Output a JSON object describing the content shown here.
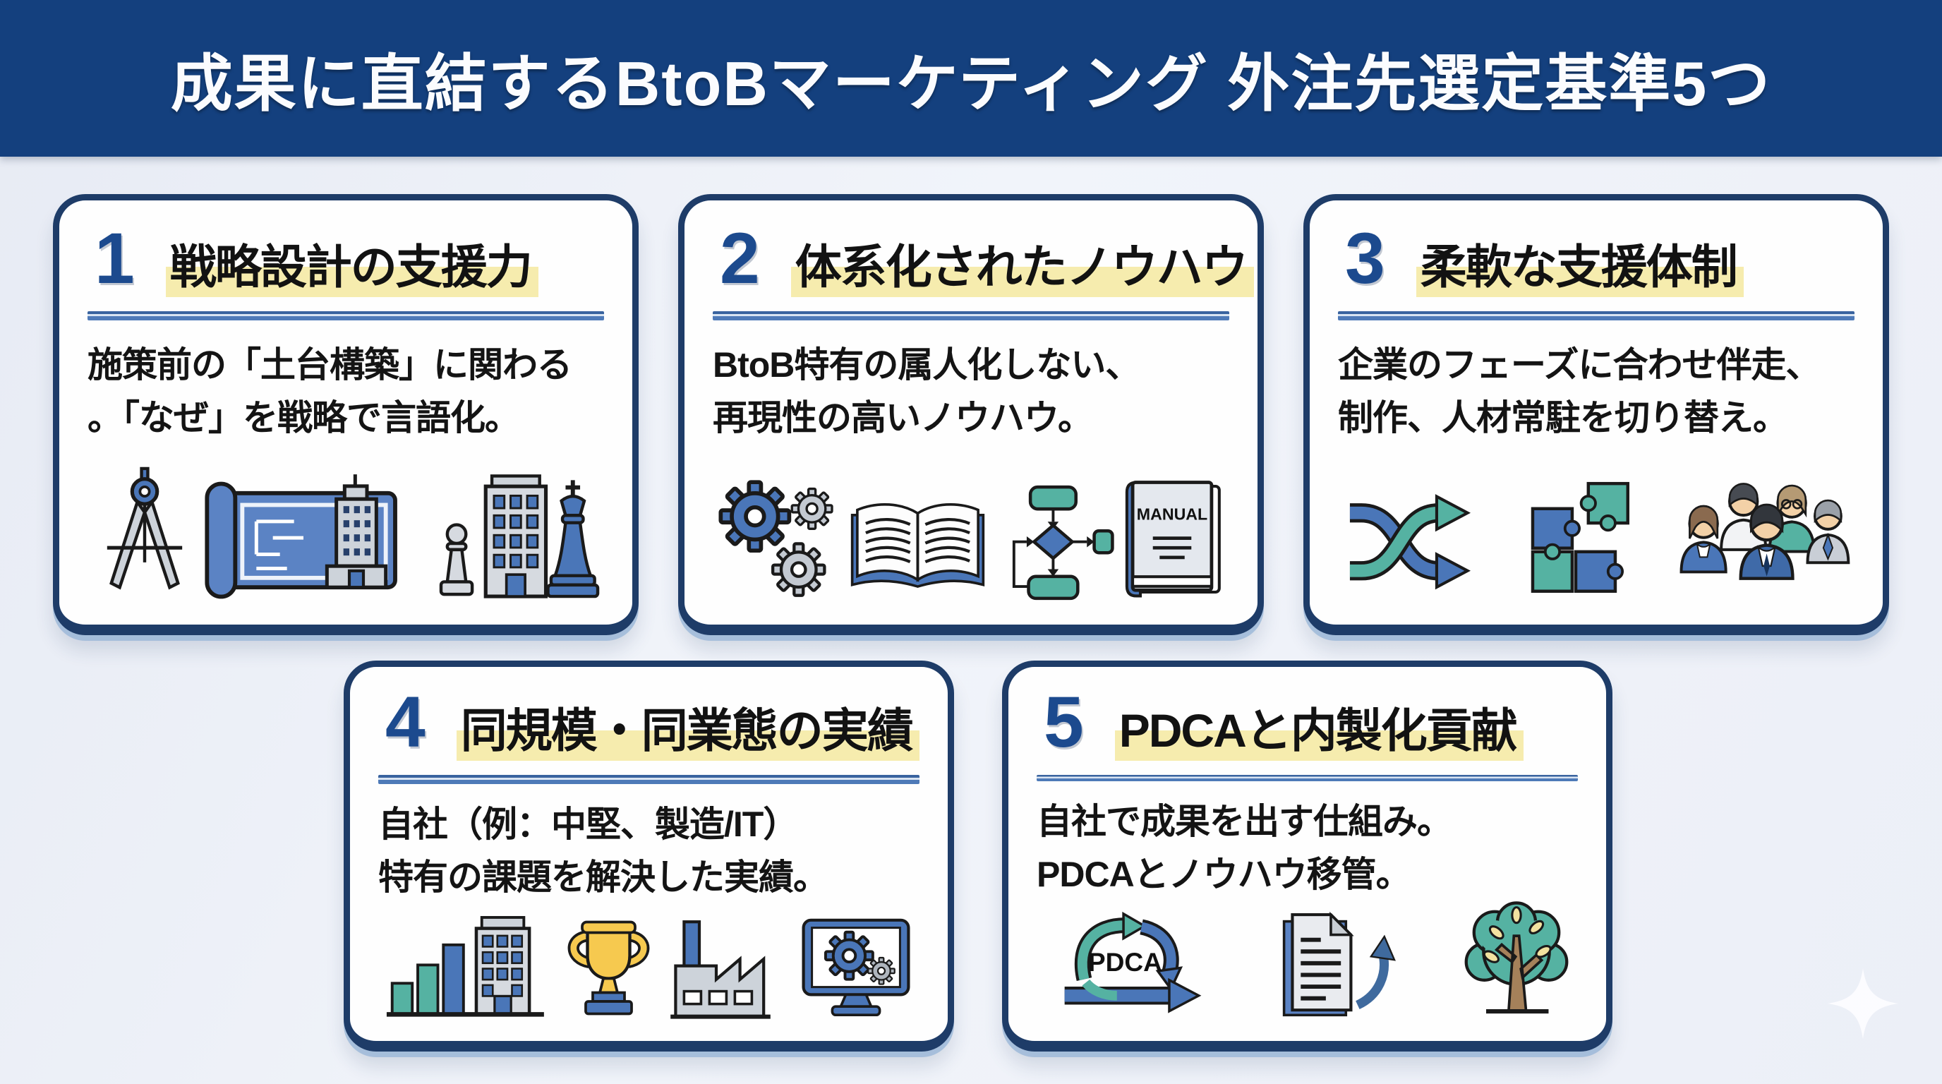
{
  "header": {
    "title": "成果に直結するBtoBマーケティング 外注先選定基準5つ"
  },
  "cards": [
    {
      "number": "1",
      "title": "戦略設計の支援力",
      "body1": "施策前の「土台構築」に関わる",
      "body2": "。「なぜ」を戦略で言語化。",
      "icons": [
        "drafting-compass",
        "blueprint",
        "building-chess"
      ]
    },
    {
      "number": "2",
      "title": "体系化されたノウハウ",
      "body1": "BtoB特有の属人化しない、",
      "body2": "再現性の高いノウハウ。",
      "icons": [
        "gears",
        "open-book",
        "flowchart",
        "manual-book"
      ]
    },
    {
      "number": "3",
      "title": "柔軟な支援体制",
      "body1": "企業のフェーズに合わせ伴走、",
      "body2": "制作、人材常駐を切り替え。",
      "icons": [
        "shuffle-arrows",
        "puzzle-pieces",
        "team"
      ]
    },
    {
      "number": "4",
      "title": "同規模・同業態の実績",
      "body1": "自社（例：中堅、製造/IT）",
      "body2": "特有の課題を解決した実績。",
      "icons": [
        "growth-bars-building",
        "trophy",
        "factory",
        "monitor-gears"
      ]
    },
    {
      "number": "5",
      "title": "PDCAと内製化貢献",
      "body1": "自社で成果を出す仕組み。",
      "body2": "PDCAとノウハウ移管。",
      "icons": [
        "pdca-cycle",
        "document-transfer",
        "growth-tree"
      ]
    }
  ],
  "icon_text": {
    "manual": "MANUAL",
    "pdca": "PDCA"
  },
  "colors": {
    "header_bg": "#14407e",
    "card_border": "#1e3c68",
    "number_blue": "#1c4a8e",
    "highlight_yellow": "#f6ecae",
    "divider_blue": "#4e7ab8",
    "icon_blue": "#4a76b8",
    "icon_blue_light": "#5b83c4",
    "icon_teal": "#55b2a2",
    "icon_gray": "#cdd3da",
    "trophy_gold": "#f6c94f",
    "tree_trunk": "#a5815a",
    "background": "#eceff7"
  }
}
